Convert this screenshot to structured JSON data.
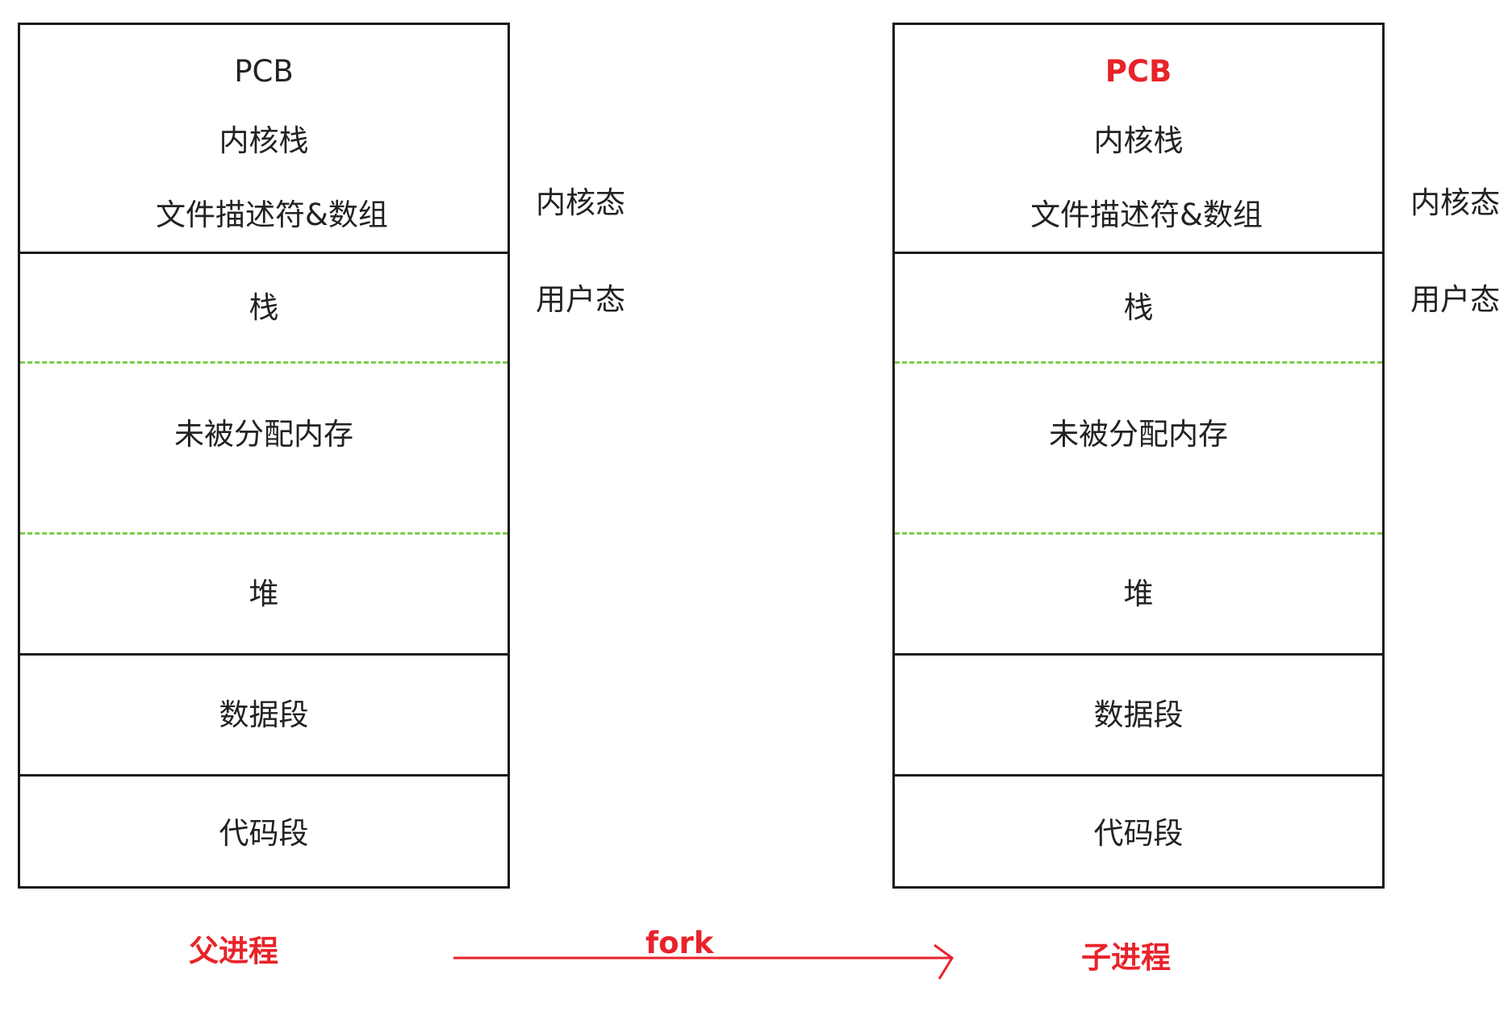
{
  "parent": {
    "caption": "父进程",
    "kernel": {
      "pcb": "PCB",
      "kernel_stack": "内核栈",
      "fd_array": "文件描述符&数组"
    },
    "stack": "栈",
    "unallocated": "未被分配内存",
    "heap": "堆",
    "data_segment": "数据段",
    "code_segment": "代码段",
    "kernel_mode": "内核态",
    "user_mode": "用户态"
  },
  "child": {
    "caption": "子进程",
    "kernel": {
      "pcb": "PCB",
      "kernel_stack": "内核栈",
      "fd_array": "文件描述符&数组"
    },
    "stack": "栈",
    "unallocated": "未被分配内存",
    "heap": "堆",
    "data_segment": "数据段",
    "code_segment": "代码段",
    "kernel_mode": "内核态",
    "user_mode": "用户态"
  },
  "fork": {
    "label": "fork"
  },
  "colors": {
    "accent": "#e8232a",
    "dashed_divider": "#7dcc4a",
    "border": "#1a1a1a"
  }
}
